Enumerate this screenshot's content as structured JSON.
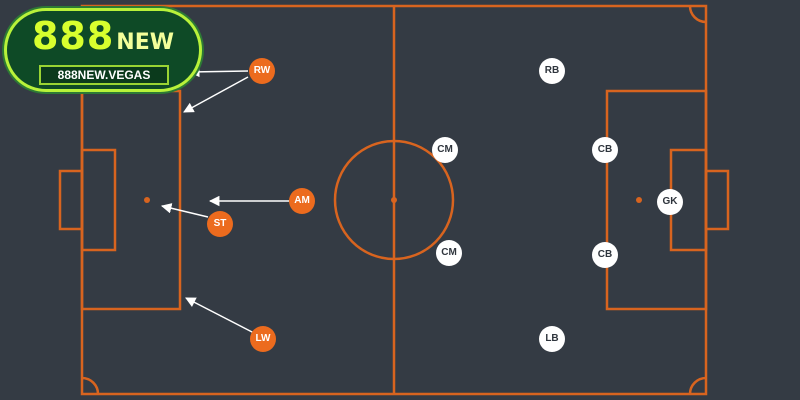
{
  "brand": {
    "number": "888",
    "suffix": "NEW",
    "url": "888NEW.VEGAS"
  },
  "colors": {
    "background": "#343b44",
    "pitch_lines": "#d8641f",
    "attacking_team": "#ec6b1e",
    "defending_team": "#ffffff",
    "arrows": "#ffffff",
    "logo_text": "#d8ff2e"
  },
  "attackers": [
    {
      "id": "rw",
      "label": "RW"
    },
    {
      "id": "am",
      "label": "AM"
    },
    {
      "id": "st",
      "label": "ST"
    },
    {
      "id": "lw",
      "label": "LW"
    }
  ],
  "defenders": [
    {
      "id": "rb",
      "label": "RB"
    },
    {
      "id": "cm-top",
      "label": "CM"
    },
    {
      "id": "cm-bottom",
      "label": "CM"
    },
    {
      "id": "cb-top",
      "label": "CB"
    },
    {
      "id": "cb-bottom",
      "label": "CB"
    },
    {
      "id": "gk",
      "label": "GK"
    },
    {
      "id": "lb",
      "label": "LB"
    }
  ]
}
